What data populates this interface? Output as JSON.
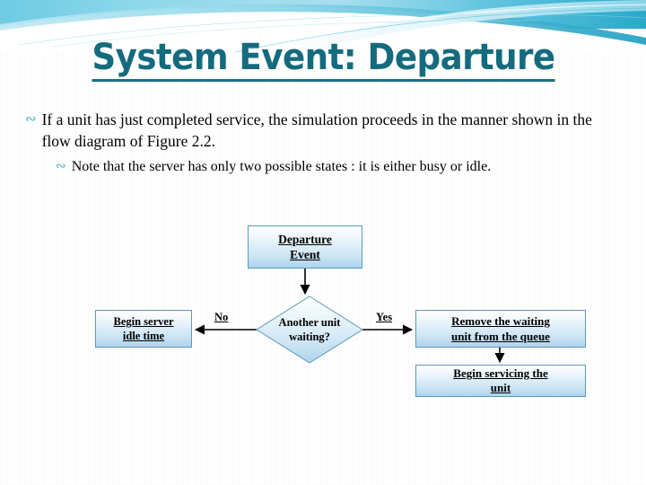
{
  "slide": {
    "title": "System Event: Departure",
    "title_color": "#156b7e",
    "accent_color": "#4bb6c4",
    "background_color": "#ffffff"
  },
  "banner": {
    "name": "decorative-swoosh-banner",
    "colors": [
      "#7fd3e8",
      "#2fb3cf",
      "#9fdcea",
      "#ffffff",
      "#bfe8f3"
    ]
  },
  "body": {
    "bullets": [
      {
        "glyph": "∾",
        "level": 1,
        "text": "If a unit has just completed service, the simulation proceeds in the manner shown in the flow diagram of Figure 2.2."
      },
      {
        "glyph": "∾",
        "level": 2,
        "text": "Note that the server has only two possible states : it is either busy or idle."
      }
    ]
  },
  "flowchart": {
    "title": "Departure event flow diagram",
    "node_border_color": "#5b9bb5",
    "node_fill_top": "#ffffff",
    "node_fill_bottom": "#aed4ee",
    "nodes": {
      "departure": {
        "line1": "Departure",
        "line2": "Event",
        "shape": "rectangle"
      },
      "idle": {
        "line1": "Begin server",
        "line2": "idle time",
        "shape": "rectangle"
      },
      "decision": {
        "line1": "Another unit",
        "line2": "waiting?",
        "shape": "diamond"
      },
      "remove": {
        "line1": "Remove the waiting",
        "line2": "unit from the queue",
        "shape": "rectangle"
      },
      "service": {
        "line1": "Begin servicing the",
        "line2": "unit",
        "shape": "rectangle"
      }
    },
    "edges": [
      {
        "from": "departure",
        "to": "decision",
        "label": ""
      },
      {
        "from": "decision",
        "to": "idle",
        "label": "No"
      },
      {
        "from": "decision",
        "to": "remove",
        "label": "Yes"
      },
      {
        "from": "remove",
        "to": "service",
        "label": ""
      }
    ],
    "labels": {
      "no": "No",
      "yes": "Yes"
    }
  }
}
